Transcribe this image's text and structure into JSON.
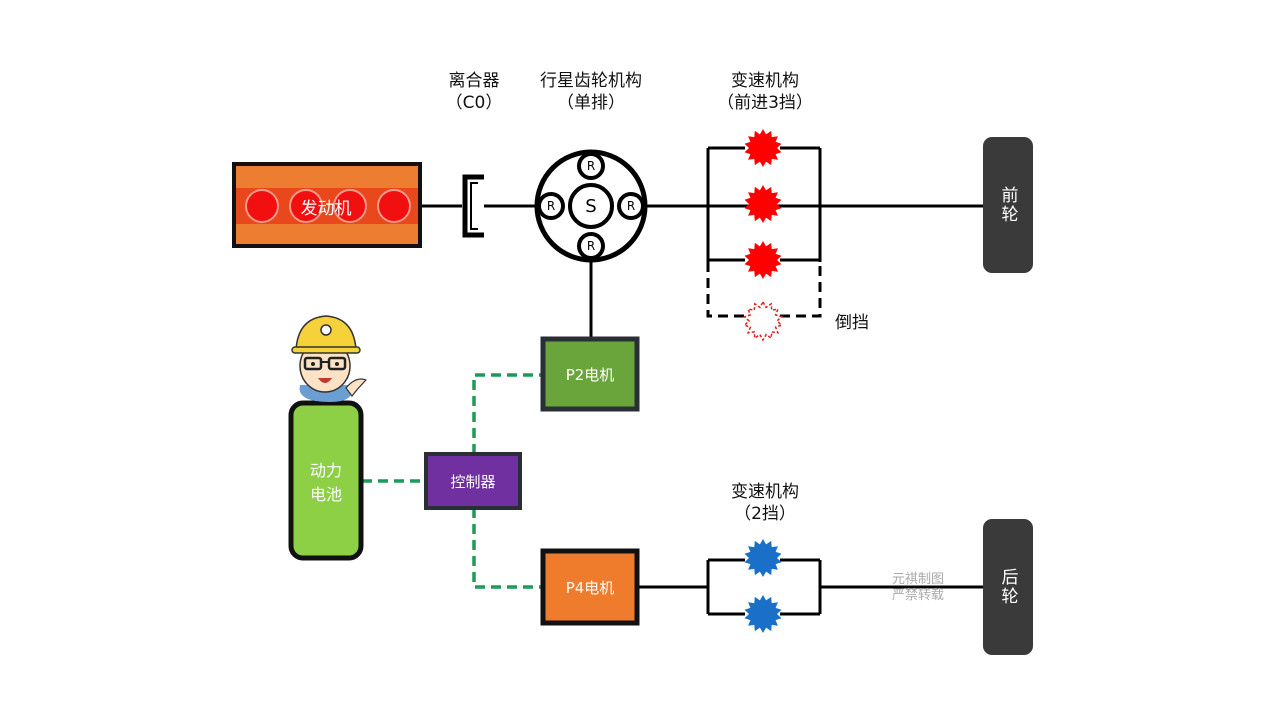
{
  "labels": {
    "clutch": "离合器",
    "clutch_sub": "（C0）",
    "planetary": "行星齿轮机构",
    "planetary_sub": "（单排）",
    "front_trans": "变速机构",
    "front_trans_sub": "（前进3挡）",
    "reverse": "倒挡",
    "rear_trans": "变速机构",
    "rear_trans_sub": "（2挡）"
  },
  "components": {
    "engine": "发动机",
    "sun": "S",
    "ring": "R",
    "front_wheel": "前轮",
    "rear_wheel": "后轮",
    "p2_motor": "P2电机",
    "p4_motor": "P4电机",
    "controller": "控制器",
    "battery_line1": "动力",
    "battery_line2": "电池"
  },
  "watermark": {
    "line1": "元祺制图",
    "line2": "严禁转载"
  },
  "colors": {
    "engine": "#ec7d31",
    "engine_band": "#e8481c",
    "cylinder": "#f20f0f",
    "p2": "#6aa53c",
    "p4": "#ef7c2d",
    "controller": "#7030a0",
    "battery": "#8dd045",
    "wheel": "#3a3a3a",
    "front_gear": "#ff0000",
    "rear_gear": "#1a6fc8",
    "hv_line": "#1e9a5a"
  }
}
